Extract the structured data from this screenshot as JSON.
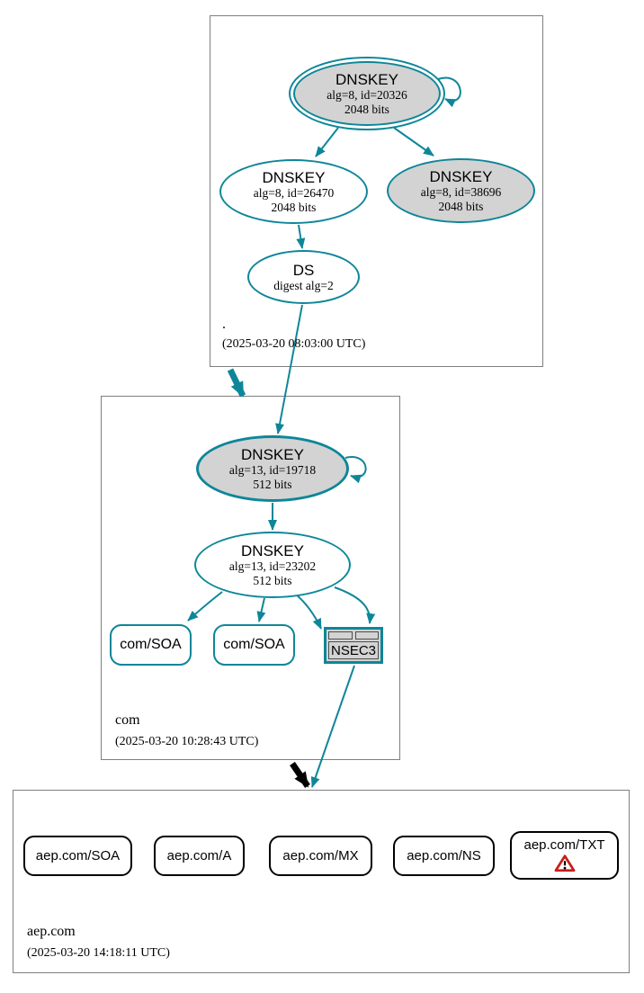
{
  "colors": {
    "teal": "#0e8699",
    "node_fill": "#d3d3d3",
    "warning_red": "#c6201a",
    "box_border": "#7f7f7f"
  },
  "root_zone": {
    "label": ".",
    "timestamp": "(2025-03-20 08:03:00 UTC)",
    "ksk": {
      "title": "DNSKEY",
      "detail": "alg=8, id=20326",
      "bits": "2048 bits"
    },
    "zsk": {
      "title": "DNSKEY",
      "detail": "alg=8, id=26470",
      "bits": "2048 bits"
    },
    "dnskey_38696": {
      "title": "DNSKEY",
      "detail": "alg=8, id=38696",
      "bits": "2048 bits"
    },
    "ds": {
      "title": "DS",
      "detail": "digest alg=2"
    }
  },
  "com_zone": {
    "label": "com",
    "timestamp": "(2025-03-20 10:28:43 UTC)",
    "ksk": {
      "title": "DNSKEY",
      "detail": "alg=13, id=19718",
      "bits": "512 bits"
    },
    "zsk": {
      "title": "DNSKEY",
      "detail": "alg=13, id=23202",
      "bits": "512 bits"
    },
    "soa1": {
      "label": "com/SOA"
    },
    "soa2": {
      "label": "com/SOA"
    },
    "nsec3": {
      "label": "NSEC3"
    }
  },
  "aep_zone": {
    "label": "aep.com",
    "timestamp": "(2025-03-20 14:18:11 UTC)",
    "rrsets": [
      {
        "label": "aep.com/SOA"
      },
      {
        "label": "aep.com/A"
      },
      {
        "label": "aep.com/MX"
      },
      {
        "label": "aep.com/NS"
      },
      {
        "label": "aep.com/TXT"
      }
    ]
  }
}
